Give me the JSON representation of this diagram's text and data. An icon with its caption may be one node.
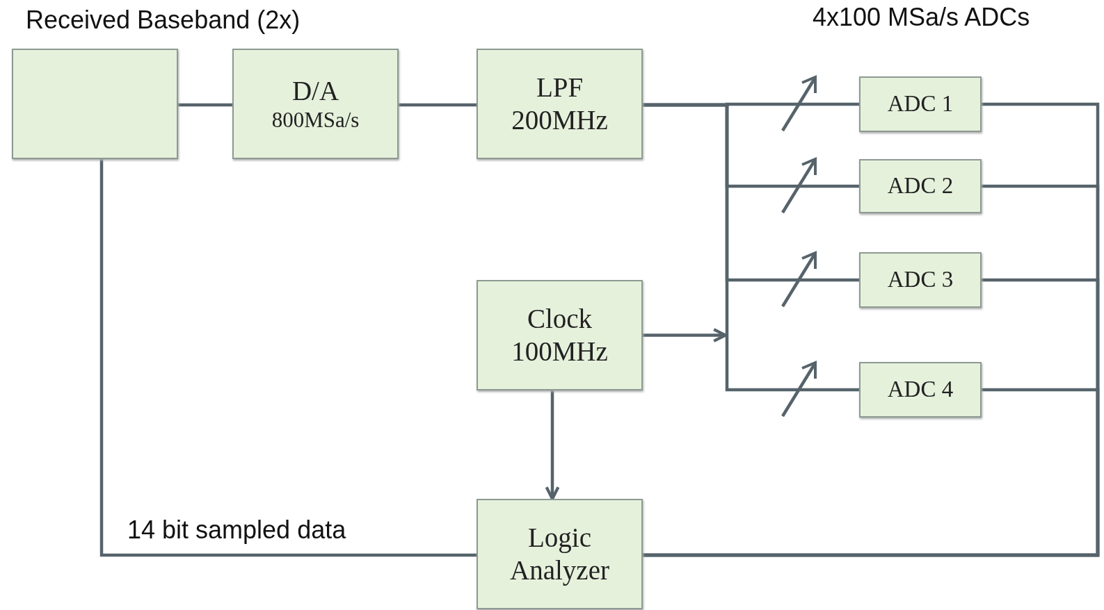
{
  "diagram": {
    "nodes": [
      {
        "text": [],
        "shape": "box"
      },
      {
        "text": [
          "D/A",
          "800MSa/s"
        ]
      },
      {
        "text": [
          "LPF 200MHz"
        ]
      },
      {
        "text": [
          "Clock 100MHz"
        ]
      },
      {
        "text": [
          "Logic Analyzer"
        ]
      },
      {
        "text": [
          "ADC 1"
        ]
      },
      {
        "text": [
          "ADC 2"
        ]
      },
      {
        "text": [
          "ADC 3"
        ]
      },
      {
        "text": [
          "ADC 4"
        ]
      }
    ],
    "edges": [
      {
        "from": 0,
        "to": 1,
        "arrow": "none"
      },
      {
        "from": 1,
        "to": 2,
        "arrow": "none"
      },
      {
        "from": 2,
        "to": 5,
        "arrow": "none"
      },
      {
        "from": 2,
        "to": 6,
        "arrow": "none"
      },
      {
        "from": 2,
        "to": 7,
        "arrow": "none"
      },
      {
        "from": 2,
        "to": 8,
        "arrow": "none"
      },
      {
        "from": 3,
        "to": null,
        "arrow": "to"
      },
      {
        "from": 3,
        "to": 4,
        "arrow": "to"
      },
      {
        "from": 5,
        "to": 4,
        "arrow": "none"
      },
      {
        "from": 6,
        "to": 4,
        "arrow": "none"
      },
      {
        "from": 7,
        "to": 4,
        "arrow": "none"
      },
      {
        "from": 8,
        "to": 4,
        "arrow": "none"
      },
      {
        "from": 4,
        "to": 0,
        "arrow": "none",
        "label": "14 bit sampled data"
      }
    ],
    "labels": [
      "Received Baseband (2x)",
      "4x100 MSa/s ADCs"
    ]
  }
}
